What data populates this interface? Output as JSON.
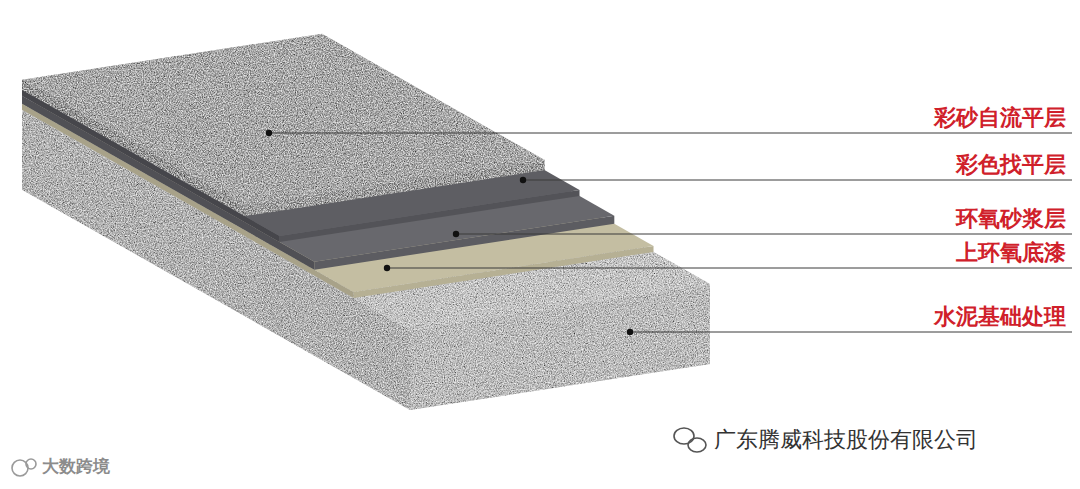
{
  "diagram": {
    "labels": [
      "彩砂自流平层",
      "彩色找平层",
      "环氧砂浆层",
      "上环氧底漆",
      "水泥基础处理",
      "广东腾威科技股份有限公司",
      "大数跨境"
    ]
  }
}
